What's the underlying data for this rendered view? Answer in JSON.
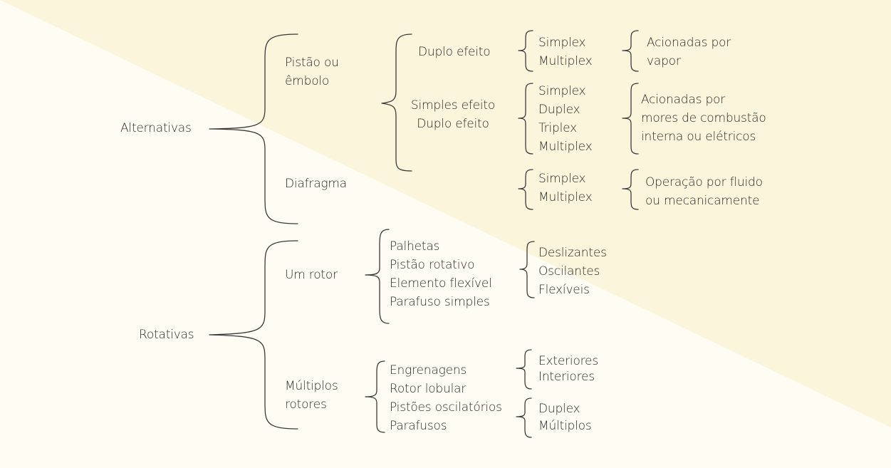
{
  "colors": {
    "background_light": "#FFFDF3",
    "background_dark": "#FBF5DC",
    "line": "#3A3A3A",
    "text": "#2B2B2B"
  },
  "groups": {
    "alternativas": {
      "label": "Alternativas"
    },
    "rotativas": {
      "label": "Rotativas"
    }
  },
  "alternativas": {
    "pistao": {
      "label": "Pistão ou\nêmbolo"
    },
    "diafragma": {
      "label": "Diafragma"
    },
    "duplo_efeito": {
      "label": "Duplo efeito"
    },
    "simples_duplo": {
      "label": "Simples efeito\nDuplo efeito"
    },
    "duplo_types": {
      "label": "Simplex\nMultiplex"
    },
    "simples_types": {
      "label": "Simplex\nDuplex\nTriplex\nMultiplex"
    },
    "diafragma_types": {
      "label": "Simplex\nMultiplex"
    },
    "vapor": {
      "label": "Acionadas por\nvapor"
    },
    "combustao": {
      "label": "Acionadas por\nmores de combustão\ninterna ou elétricos"
    },
    "fluido": {
      "label": "Operação por fluido\nou mecanicamente"
    }
  },
  "rotativas": {
    "um_rotor": {
      "label": "Um rotor"
    },
    "multiplos_rotores": {
      "label": "Múltiplos\nrotores"
    },
    "um_rotor_types": {
      "label": "Palhetas\nPistão rotativo\nElemento flexível\nParafuso simples"
    },
    "palhetas_types": {
      "label": "Deslizantes\nOscilantes\nFlexíveis"
    },
    "multiplos_types": {
      "label": "Engrenagens\nRotor lobular\nPistões oscilatórios\nParafusos"
    },
    "engrenagens_types": {
      "label": "Exteriores\nInteriores"
    },
    "pistoes_types": {
      "label": "Duplex\nMúltiplos"
    }
  }
}
